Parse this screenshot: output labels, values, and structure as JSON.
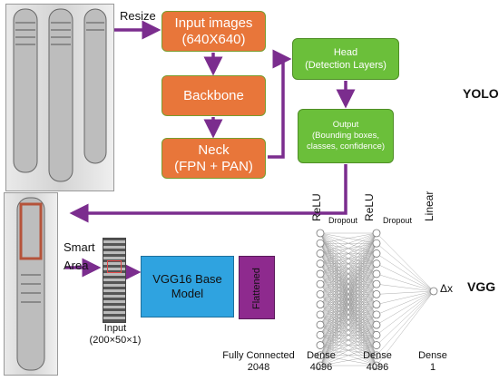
{
  "yolo": {
    "resize_label": "Resize",
    "input_box": [
      "Input images",
      "(640X640)"
    ],
    "backbone_box": "Backbone",
    "neck_box": [
      "Neck",
      "(FPN + PAN)"
    ],
    "head_box": [
      "Head",
      "(Detection Layers)"
    ],
    "output_box": [
      "Output",
      "(Bounding boxes,",
      "classes, confidence)"
    ],
    "section_label": "YOLO"
  },
  "vgg": {
    "smart_area_label": [
      "Smart",
      "Area"
    ],
    "input_label": [
      "Input",
      "(200×50×1)"
    ],
    "base_model_box": [
      "VGG16 Base",
      "Model"
    ],
    "flattened_box": "Flattened",
    "fc_label": [
      "Fully Connected",
      "2048"
    ],
    "dense1_label": [
      "Dense",
      "4096"
    ],
    "dense2_label": [
      "Dense",
      "4096"
    ],
    "dense3_label": [
      "Dense",
      "1"
    ],
    "relu1": "ReLU",
    "relu2": "ReLU",
    "linear": "Linear",
    "dropout1": "Dropout",
    "dropout2": "Dropout",
    "output_symbol": "Δx",
    "section_label": "VGG"
  },
  "colors": {
    "orange": "#e8763a",
    "green": "#6bbf3a",
    "purple_arrow": "#7b2d8e",
    "vgg_blue": "#2fa3e0",
    "flatten_purple": "#8e2a8e"
  }
}
